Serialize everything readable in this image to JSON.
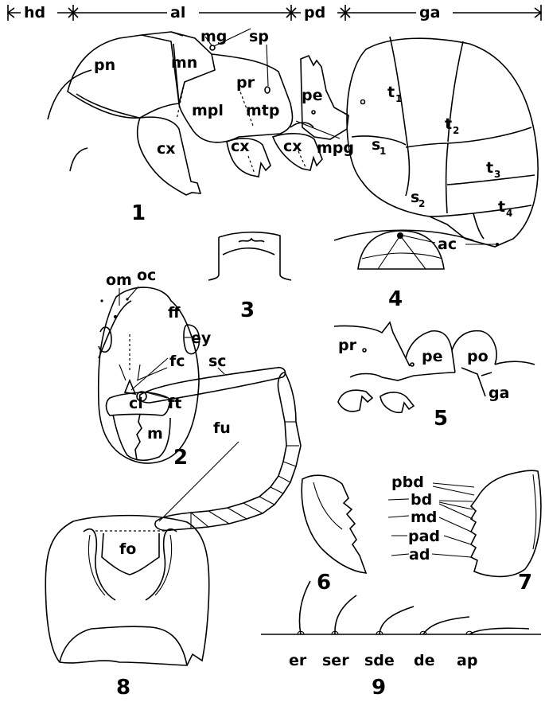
{
  "scale_bar": {
    "hd": "hd",
    "al": "al",
    "pd": "pd",
    "ga": "ga"
  },
  "fig1": {
    "number": "1",
    "pn": "pn",
    "mn": "mn",
    "mg": "mg",
    "sp": "sp",
    "pr": "pr",
    "mpl": "mpl",
    "mtp": "mtp",
    "pe": "pe",
    "cx1": "cx",
    "cx2": "cx",
    "cx3": "cx",
    "mpg": "mpg",
    "t1": "t",
    "t1_sub": "1",
    "t2": "t",
    "t2_sub": "2",
    "t3": "t",
    "t3_sub": "3",
    "t4": "t",
    "t4_sub": "4",
    "s1": "s",
    "s1_sub": "1",
    "s2": "s",
    "s2_sub": "2"
  },
  "fig2": {
    "number": "2",
    "om": "om",
    "oc": "oc",
    "ff": "ff",
    "ey": "ey",
    "fc": "fc",
    "sc": "sc",
    "ft": "ft",
    "cl": "cl",
    "m": "m",
    "fu": "fu"
  },
  "fig3": {
    "number": "3"
  },
  "fig4": {
    "number": "4",
    "ac": "ac"
  },
  "fig5": {
    "number": "5",
    "pr": "pr",
    "pe": "pe",
    "po": "po",
    "ga": "ga"
  },
  "fig6": {
    "number": "6"
  },
  "fig7": {
    "number": "7",
    "pbd": "pbd",
    "bd": "bd",
    "md": "md",
    "pad": "pad",
    "ad": "ad"
  },
  "fig8": {
    "number": "8",
    "fo": "fo"
  },
  "fig9": {
    "number": "9",
    "er": "er",
    "ser": "ser",
    "sde": "sde",
    "de": "de",
    "ap": "ap"
  }
}
